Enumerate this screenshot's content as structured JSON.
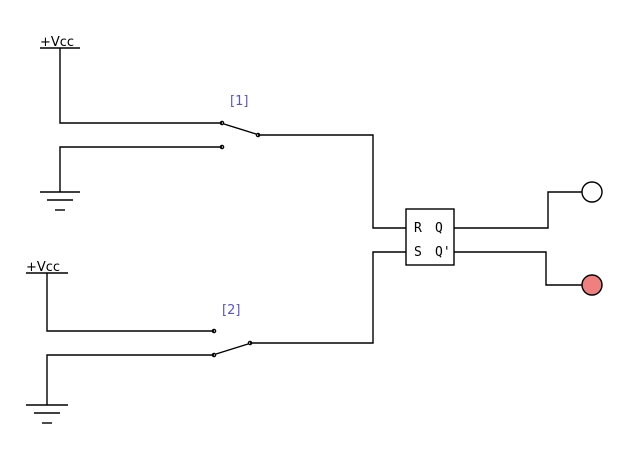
{
  "power_labels": [
    "+Vcc",
    "+Vcc"
  ],
  "switch_labels": [
    "[1]",
    "[2]"
  ],
  "latch": {
    "pin_r": "R",
    "pin_s": "S",
    "pin_q": "Q",
    "pin_qbar": "Q'"
  },
  "outputs": {
    "q_led_state": "off",
    "qbar_led_state": "on"
  },
  "colors": {
    "wire": "#000000",
    "switch_label": "#5555cc",
    "led_off_fill": "#ffffff",
    "led_on_fill": "#f08080",
    "background": "#ffffff"
  }
}
